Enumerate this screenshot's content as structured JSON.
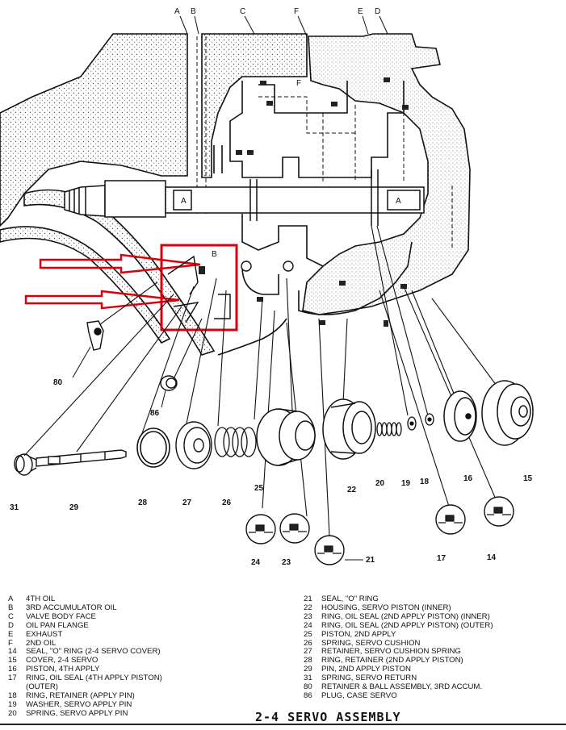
{
  "figure": {
    "title": "2-4 SERVO ASSEMBLY",
    "highlight_color": "#d8000c"
  },
  "callouts": {
    "A1": "A",
    "A2": "A",
    "B1": "B",
    "B2": "B",
    "C": "C",
    "D": "D",
    "E": "E",
    "F1": "F",
    "F2": "F",
    "p14": "14",
    "p15": "15",
    "p16": "16",
    "p17": "17",
    "p18": "18",
    "p19": "19",
    "p20": "20",
    "p21": "21",
    "p22": "22",
    "p23": "23",
    "p24": "24",
    "p25": "25",
    "p26": "26",
    "p27": "27",
    "p28": "28",
    "p29": "29",
    "p31": "31",
    "p80": "80",
    "p86": "86"
  },
  "legend_left": [
    {
      "key": "A",
      "text": "4TH OIL"
    },
    {
      "key": "B",
      "text": "3RD ACCUMULATOR OIL"
    },
    {
      "key": "C",
      "text": "VALVE BODY FACE"
    },
    {
      "key": "D",
      "text": "OIL PAN FLANGE"
    },
    {
      "key": "E",
      "text": "EXHAUST"
    },
    {
      "key": "F",
      "text": "2ND OIL"
    },
    {
      "key": "14",
      "text": "SEAL, \"O\" RING (2-4 SERVO COVER)"
    },
    {
      "key": "15",
      "text": "COVER, 2-4 SERVO"
    },
    {
      "key": "16",
      "text": "PISTON, 4TH APPLY"
    },
    {
      "key": "17",
      "text": "RING, OIL SEAL (4TH APPLY PISTON)"
    },
    {
      "key": "",
      "text": "(OUTER)"
    },
    {
      "key": "18",
      "text": "RING, RETAINER (APPLY PIN)"
    },
    {
      "key": "19",
      "text": "WASHER, SERVO APPLY PIN"
    },
    {
      "key": "20",
      "text": "SPRING, SERVO APPLY PIN"
    }
  ],
  "legend_right": [
    {
      "key": "21",
      "text": "SEAL, \"O\" RING"
    },
    {
      "key": "22",
      "text": "HOUSING, SERVO PISTON (INNER)"
    },
    {
      "key": "23",
      "text": "RING, OIL SEAL (2ND APPLY PISTON) (INNER)"
    },
    {
      "key": "24",
      "text": "RING, OIL SEAL (2ND APPLY PISTON) (OUTER)"
    },
    {
      "key": "25",
      "text": "PISTON, 2ND APPLY"
    },
    {
      "key": "26",
      "text": "SPRING, SERVO CUSHION"
    },
    {
      "key": "27",
      "text": "RETAINER, SERVO CUSHION SPRING"
    },
    {
      "key": "28",
      "text": "RING, RETAINER (2ND APPLY PISTON)"
    },
    {
      "key": "29",
      "text": "PIN, 2ND APPLY PISTON"
    },
    {
      "key": "31",
      "text": "SPRING, SERVO RETURN"
    },
    {
      "key": "80",
      "text": "RETAINER & BALL ASSEMBLY, 3RD ACCUM."
    },
    {
      "key": "86",
      "text": "PLUG, CASE SERVO"
    }
  ]
}
